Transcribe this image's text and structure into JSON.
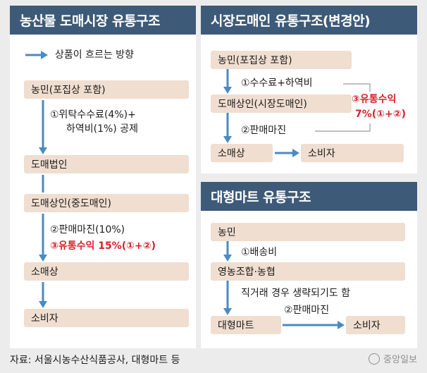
{
  "left": {
    "title": "농산물 도매시장 유통구조",
    "legend": "상품이 흐르는 방향",
    "box1": "농민(포집상 포함)",
    "step1_line1": "①위탁수수료(4%)+",
    "step1_line2": "하역비(1%) 공제",
    "box2": "도매법인",
    "box3": "도매상인(중도매인)",
    "step2": "②판매마진(10%)",
    "step3": "③유통수익 15%(①+②)",
    "box4": "소매상",
    "box5": "소비자"
  },
  "right_top": {
    "title": "시장도매인 유통구조(변경안)",
    "box1": "농민(포집상 포함)",
    "step1": "①수수료+하역비",
    "box2": "도매상인(시장도매인)",
    "step2": "②판매마진",
    "box3": "소매상",
    "box4": "소비자",
    "step3_line1": "③유통수익",
    "step3_line2": "7%(①+②)"
  },
  "right_bottom": {
    "title": "대형마트 유통구조",
    "box1": "농민",
    "step1": "①배송비",
    "box2": "영농조합·농협",
    "note": "직거래 경우 생략되기도 함",
    "box3": "대형마트",
    "step2": "②판매마진",
    "box4": "소비자"
  },
  "footer": {
    "source": "자료: 서울시농수산식품공사, 대형마트 등",
    "brand": "중앙일보"
  },
  "colors": {
    "header": "#3d5a78",
    "box": "#f0ded0",
    "arrow": "#4a8bc3",
    "highlight": "#d8212b"
  }
}
